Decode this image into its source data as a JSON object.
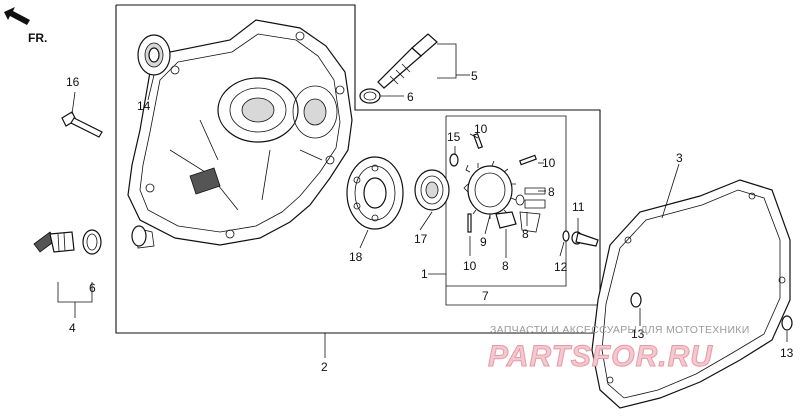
{
  "direction_label": "FR.",
  "callouts": {
    "c1": "1",
    "c2": "2",
    "c3": "3",
    "c4": "4",
    "c5": "5",
    "c6a": "6",
    "c6b": "6",
    "c7": "7",
    "c8a": "8",
    "c8b": "8",
    "c8c": "8",
    "c9": "9",
    "c10a": "10",
    "c10b": "10",
    "c10c": "10",
    "c11": "11",
    "c12": "12",
    "c13a": "13",
    "c13b": "13",
    "c14": "14",
    "c15": "15",
    "c16": "16",
    "c17": "17",
    "c18": "18"
  },
  "watermark": {
    "caption": "ЗАПЧАСТИ И АКСЕССУАРЫ ДЛЯ МОТОТЕХНИКИ",
    "brand": "PARTSFOR.RU"
  }
}
